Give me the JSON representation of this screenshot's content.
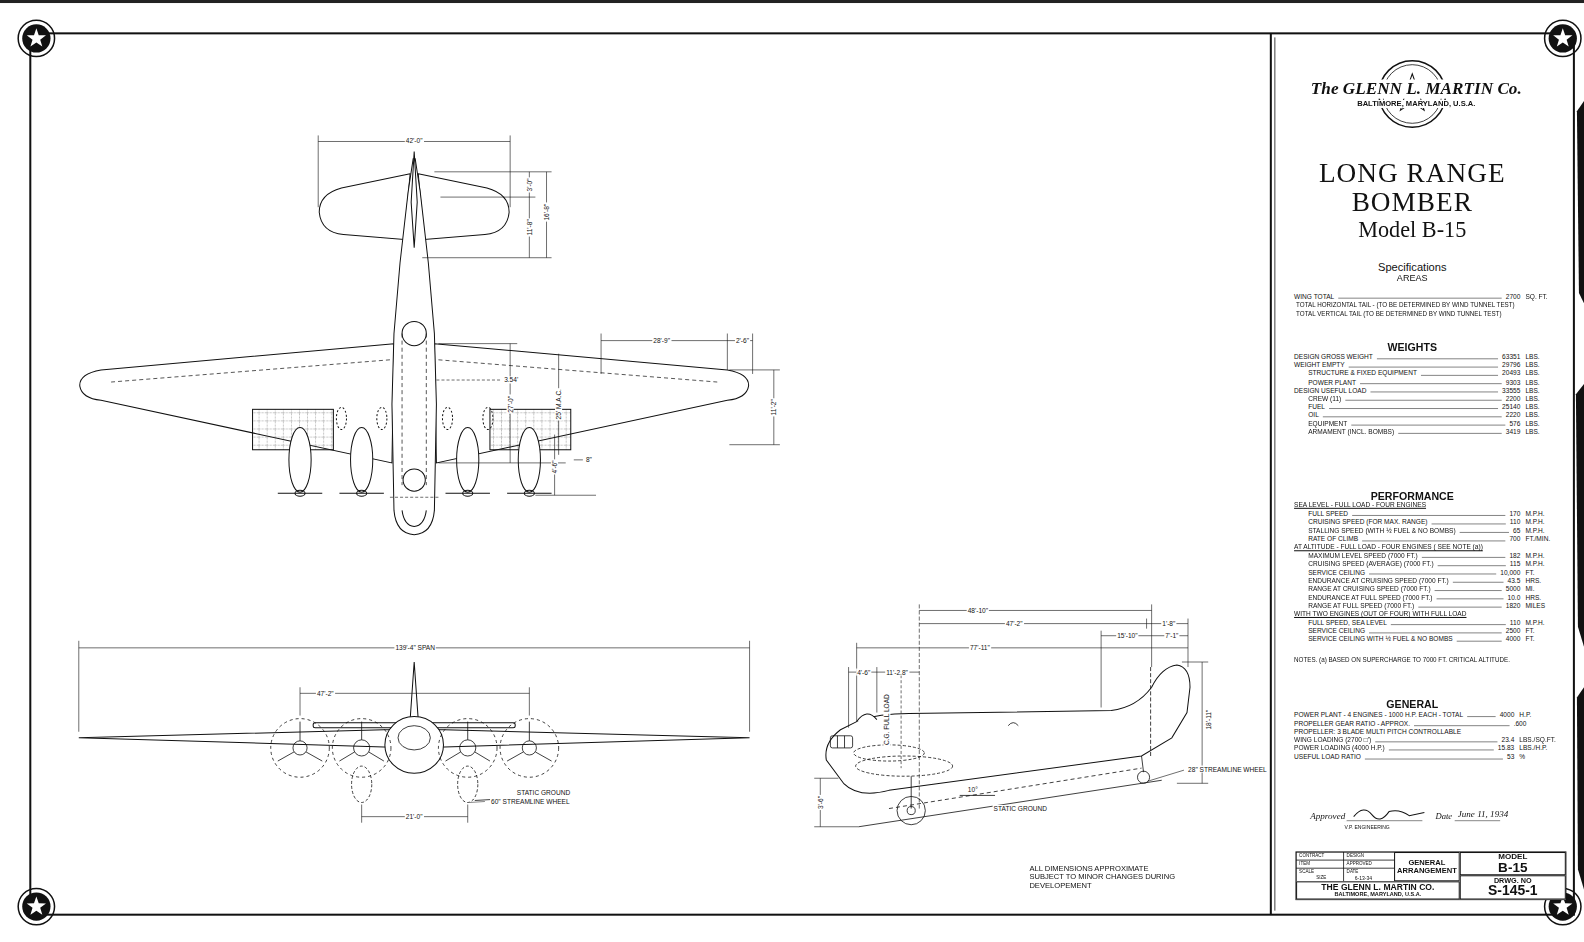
{
  "diagram": {
    "title": "LONG RANGE BOMBER",
    "nodes": [
      {
        "text": [
          "GENERAL ARRANGEMENT"
        ]
      },
      {
        "text": [
          "MODEL",
          "B-15"
        ]
      },
      {
        "text": [
          "DRWG. NO",
          "S-145-1"
        ]
      },
      {
        "text": [
          "THE GLENN L. MARTIN CO.",
          "BALTIMORE, MARYLAND, U.S.A."
        ]
      }
    ],
    "labels": [
      "The GLENN L. MARTIN Co.",
      "BALTIMORE, MARYLAND, U.S.A.",
      "Model B-15",
      "Specifications",
      "AREAS",
      "WING TOTAL",
      "2700",
      "SQ. FT.",
      "TOTAL HORIZONTAL TAIL - (TO BE DETERMINED BY WIND TUNNEL TEST)",
      "TOTAL VERTICAL TAIL (TO BE DETERMINED BY WIND TUNNEL TEST)",
      "WEIGHTS",
      "DESIGN GROSS WEIGHT",
      "63351",
      "LBS.",
      "WEIGHT EMPTY",
      "29796",
      "LBS.",
      "STRUCTURE & FIXED EQUIPMENT",
      "20493",
      "LBS.",
      "POWER PLANT",
      "9303",
      "LBS.",
      "DESIGN USEFUL LOAD",
      "33555",
      "LBS.",
      "CREW (11)",
      "2200",
      "LBS.",
      "FUEL",
      "25140",
      "LBS.",
      "OIL",
      "2220",
      "LBS.",
      "EQUIPMENT",
      "576",
      "LBS.",
      "ARMAMENT (INCL. BOMBS)",
      "3419",
      "LBS.",
      "PERFORMANCE",
      "SEA LEVEL - FULL LOAD - FOUR ENGINES",
      "FULL SPEED",
      "170",
      "M.P.H.",
      "CRUISING SPEED (FOR MAX. RANGE)",
      "110",
      "M.P.H.",
      "STALLING SPEED (WITH ½ FUEL & NO BOMBS)",
      "65",
      "M.P.H.",
      "RATE OF CLIMB",
      "700",
      "FT./MIN.",
      "AT ALTITUDE - FULL LOAD - FOUR ENGINES ( SEE NOTE (a))",
      "MAXIMUM LEVEL SPEED (7000 FT.)",
      "182",
      "M.P.H.",
      "CRUISING SPEED (AVERAGE) (7000 FT.)",
      "115",
      "M.P.H.",
      "SERVICE CEILING",
      "10,000",
      "FT.",
      "ENDURANCE AT CRUISING SPEED (7000 FT.)",
      "43.5",
      "HRS.",
      "RANGE AT CRUISING SPEED (7000 FT.)",
      "5000",
      "MI.",
      "ENDURANCE AT FULL SPEED (7000 FT.)",
      "10.0",
      "HRS.",
      "RANGE AT FULL SPEED (7000 FT.)",
      "1820",
      "MILES",
      "WITH TWO ENGINES (OUT OF FOUR) WITH FULL LOAD",
      "FULL SPEED, SEA LEVEL",
      "110",
      "M.P.H.",
      "SERVICE CEILING",
      "2500",
      "FT.",
      "SERVICE CEILING WITH ½ FUEL & NO BOMBS",
      "4000",
      "FT.",
      "NOTES. (a) BASED ON SUPERCHARGE TO 7000 FT. CRITICAL ALTITUDE.",
      "GENERAL",
      "POWER PLANT - 4 ENGINES - 1000 H.P. EACH - TOTAL",
      "4000",
      "H.P.",
      "PROPELLER GEAR RATIO - APPROX.",
      ".600",
      "PROPELLER: 3 BLADE MULTI PITCH CONTROLLABLE",
      "WING LOADING (2700 □')",
      "23.4",
      "LBS./SQ.FT.",
      "POWER LOADING (4000 H.P.)",
      "15.83",
      "LBS./H.P.",
      "USEFUL LOAD RATIO",
      "53",
      "%",
      "Approved",
      "V.P. ENGINEERING",
      "Date",
      "June 11, 1934",
      "CONTRACT",
      "DESIGN",
      "ITEM",
      "APPROVED",
      "SCALE",
      "SIZE",
      "DATE",
      "6-13-34",
      "ALL DIMENSIONS APPROXIMATE SUBJECT TO MINOR CHANGES DURING DEVELOPEMENT",
      "42'-0\"",
      "3'-0\"",
      "11'-8\"",
      "16'-8\"",
      "28'-9\"",
      "2'-6\"",
      "3.54'",
      "27'-0\"",
      "25' M.A.C.",
      "11'-2\"",
      "4'-6\"",
      "8\"",
      "139'-4\" SPAN",
      "47'-2\"",
      "STATIC GROUND",
      "60\" STREAMLINE WHEEL",
      "21'-0\"",
      "48'-10\"",
      "47'-2\"",
      "1'-8\"",
      "15'-10\"",
      "7'-1\"",
      "77'-11\"",
      "4'-6\"",
      "11'-2.8\"",
      "C.G. FULL LOAD",
      "18'-11\"",
      "28\" STREAMLINE WHEEL",
      "STATIC GROUND",
      "3'-6\"",
      "10°"
    ]
  }
}
